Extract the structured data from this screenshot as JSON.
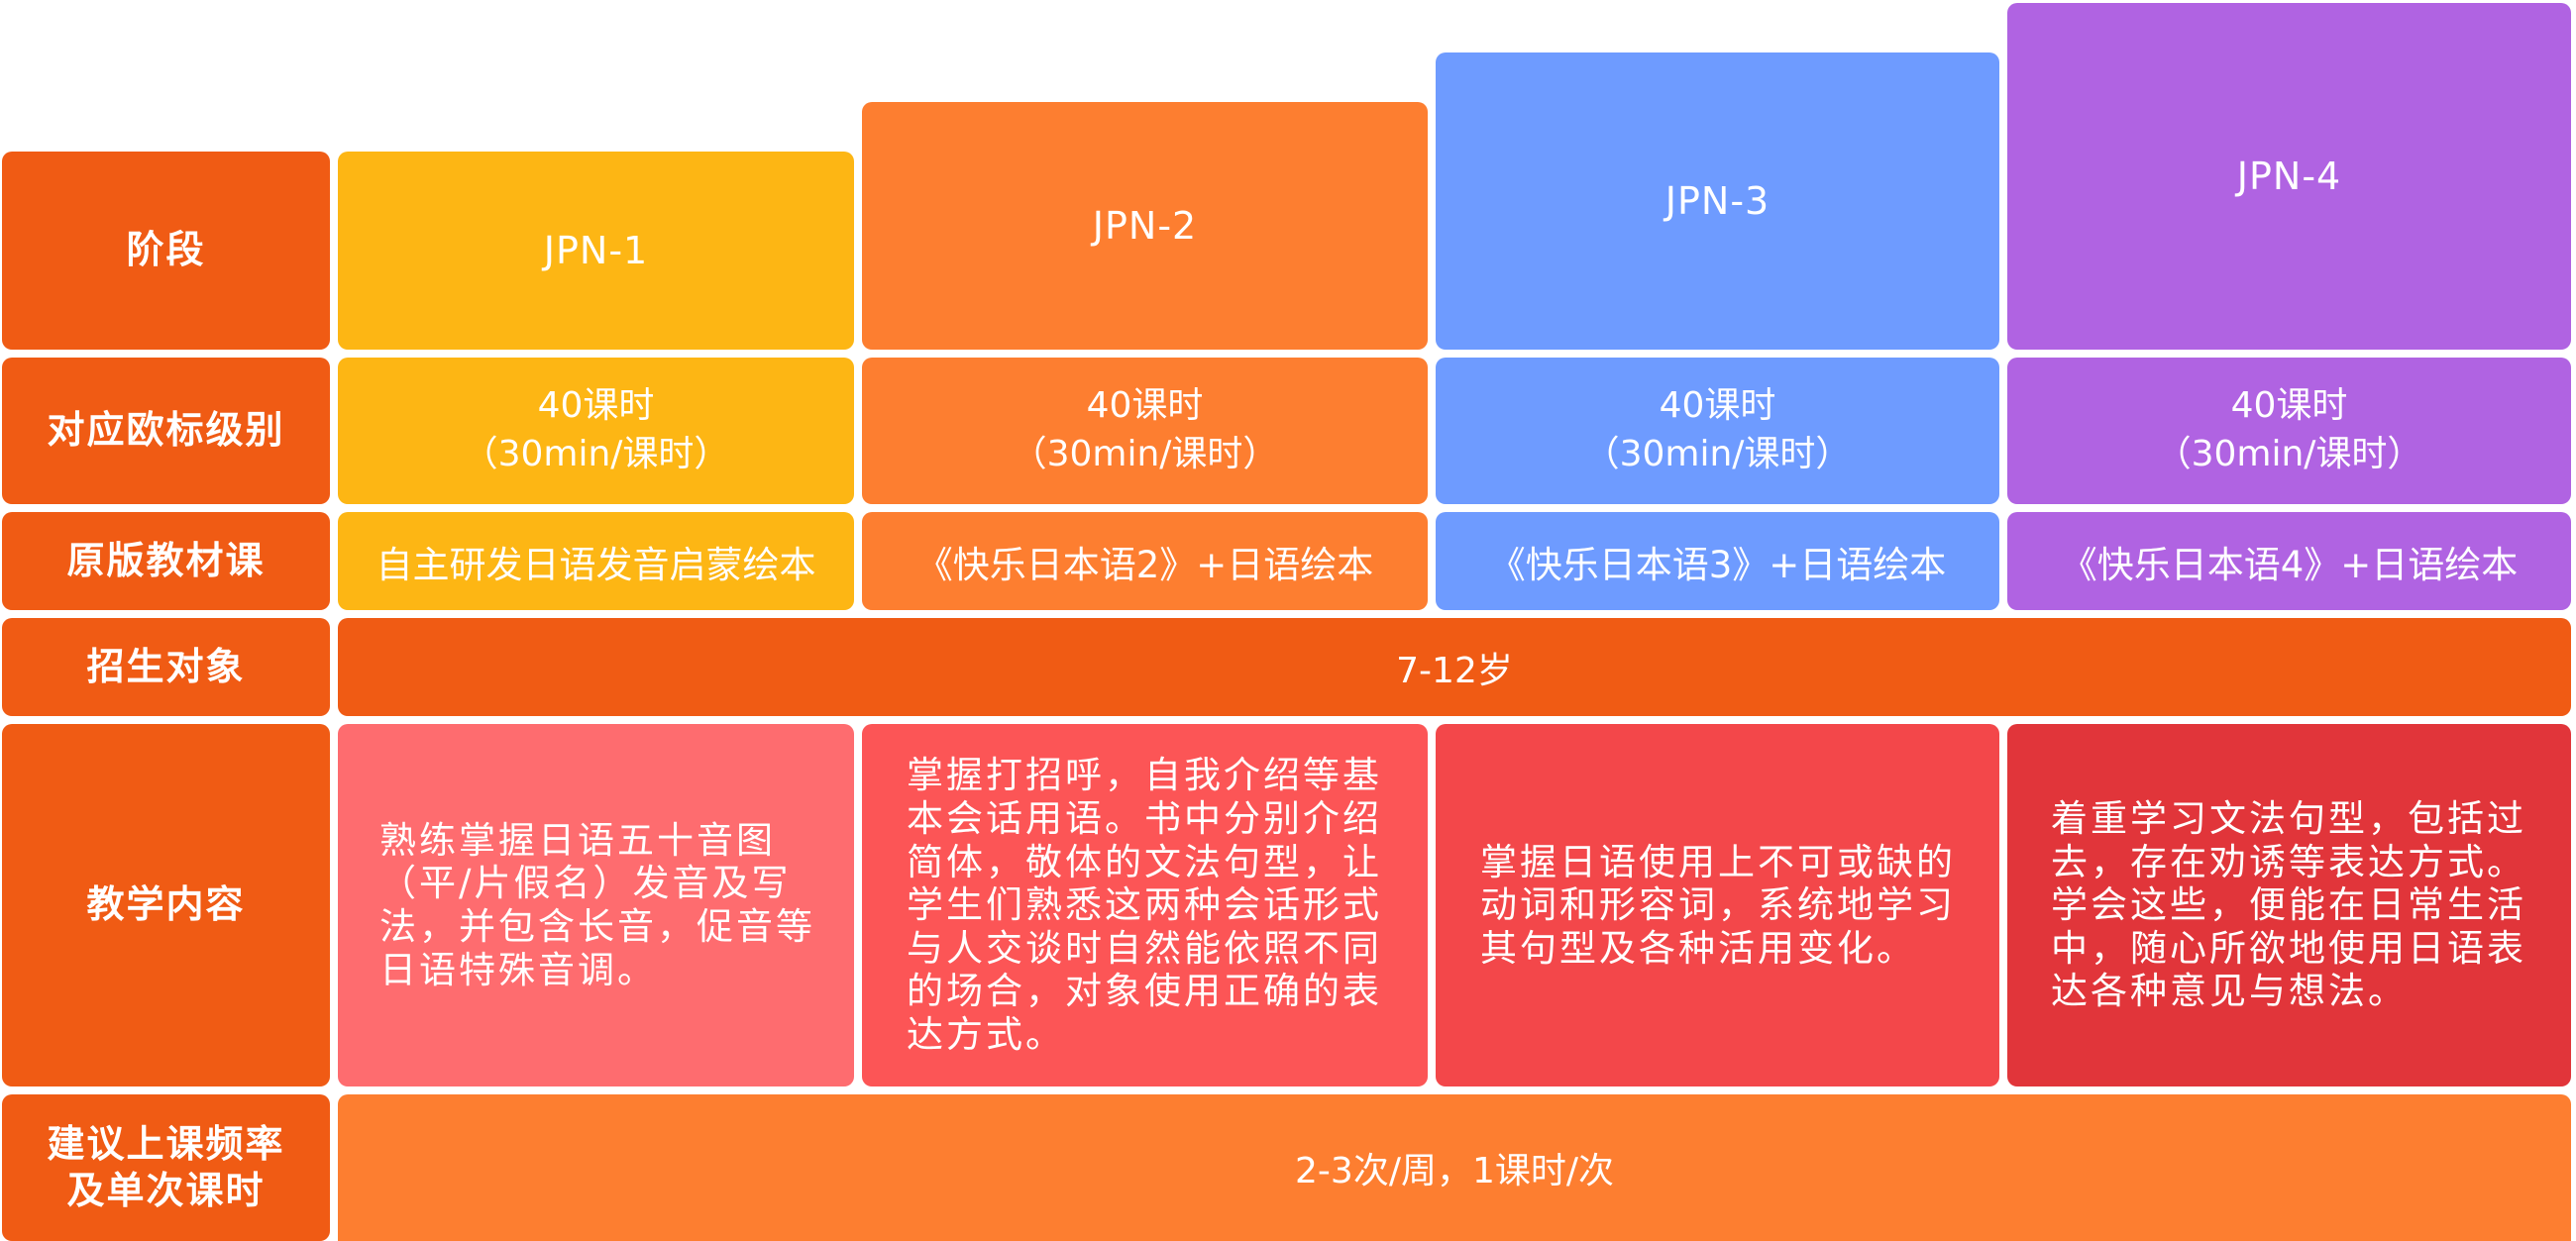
{
  "rows": {
    "stage": {
      "label": "阶段"
    },
    "level": {
      "label": "对应欧标级别"
    },
    "material": {
      "label": "原版教材课"
    },
    "enrollment": {
      "label": "招生对象",
      "value": "7-12岁"
    },
    "content": {
      "label": "教学内容"
    },
    "frequency": {
      "label_line1": "建议上课频率",
      "label_line2": "及单次课时",
      "value": "2-3次/周，1课时/次"
    }
  },
  "levels": [
    {
      "name": "JPN-1",
      "color": "#fdb614",
      "hours": "40课时",
      "hours_sub": "（30min/课时）",
      "book": "自主研发日语发音启蒙绘本",
      "content_color": "#fe6c6f",
      "content": "熟练掌握日语五十音图（平/片假名）发音及写法，并包含长音，促音等日语特殊音调。"
    },
    {
      "name": "JPN-2",
      "color": "#fd7e30",
      "hours": "40课时",
      "hours_sub": "（30min/课时）",
      "book": "《快乐日本语2》+日语绘本",
      "content_color": "#fc5556",
      "content": "掌握打招呼，自我介绍等基本会话用语。书中分别介绍简体，敬体的文法句型，让学生们熟悉这两种会话形式与人交谈时自然能依照不同的场合，对象使用正确的表达方式。"
    },
    {
      "name": "JPN-3",
      "color": "#6e9bff",
      "hours": "40课时",
      "hours_sub": "（30min/课时）",
      "book": "《快乐日本语3》+日语绘本",
      "content_color": "#f3474a",
      "content": "掌握日语使用上不可或缺的动词和形容词，系统地学习其句型及各种活用变化。"
    },
    {
      "name": "JPN-4",
      "color": "#b063e2",
      "hours": "40课时",
      "hours_sub": "（30min/课时）",
      "book": "《快乐日本语4》+日语绘本",
      "content_color": "#e1353a",
      "content": "着重学习文法句型，包括过去，存在劝诱等表达方式。学会这些，便能在日常生活中，随心所欲地使用日语表达各种意见与想法。"
    }
  ]
}
